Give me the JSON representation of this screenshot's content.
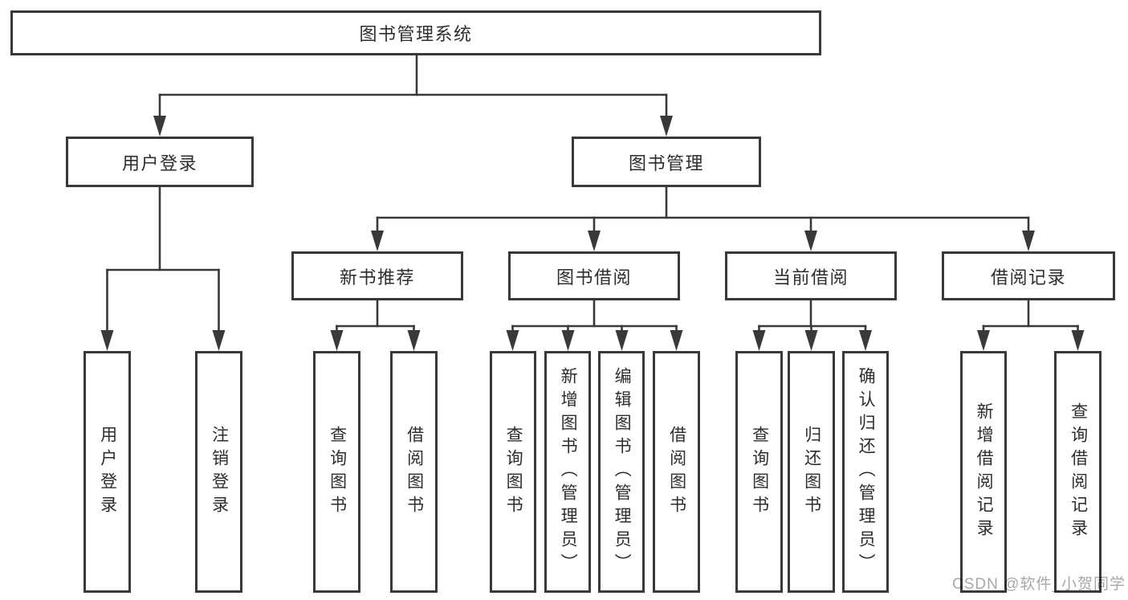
{
  "title": "图书管理系统",
  "nodes": {
    "user_login": {
      "label": "用户登录",
      "children": [
        "用户登录",
        "注销登录"
      ]
    },
    "book_management": {
      "label": "图书管理"
    },
    "new_book_recommend": {
      "label": "新书推荐",
      "children": [
        "查询图书",
        "借阅图书"
      ]
    },
    "book_borrow": {
      "label": "图书借阅",
      "children": [
        "查询图书",
        "新增图书（管理员）",
        "编辑图书（管理员）",
        "借阅图书"
      ]
    },
    "current_borrow": {
      "label": "当前借阅",
      "children": [
        "查询图书",
        "归还图书",
        "确认归还（管理员）"
      ]
    },
    "borrow_record": {
      "label": "借阅记录",
      "children": [
        "新增借阅记录",
        "查询借阅记录"
      ]
    }
  },
  "watermark": "CSDN @软件_小贺同学",
  "colors": {
    "line": "#39393b",
    "text": "#2d2d2f",
    "watermark": "#a8a8a8",
    "background": "#ffffff"
  }
}
